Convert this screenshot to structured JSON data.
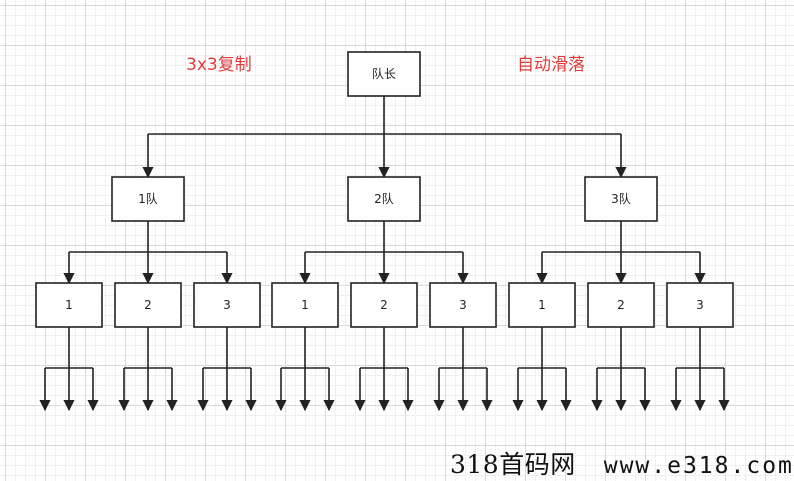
{
  "annotations": {
    "left": "3x3复制",
    "right": "自动滑落"
  },
  "root": {
    "label": "队长"
  },
  "teams": [
    {
      "label": "1队",
      "members": [
        "1",
        "2",
        "3"
      ]
    },
    {
      "label": "2队",
      "members": [
        "1",
        "2",
        "3"
      ]
    },
    {
      "label": "3队",
      "members": [
        "1",
        "2",
        "3"
      ]
    }
  ],
  "watermark": {
    "site_name": "318首码网",
    "url": "www.e318.com"
  },
  "colors": {
    "annotation": "#e23b3b",
    "line": "#222222",
    "box_border": "#222222",
    "grid": "#d9d9d9"
  }
}
